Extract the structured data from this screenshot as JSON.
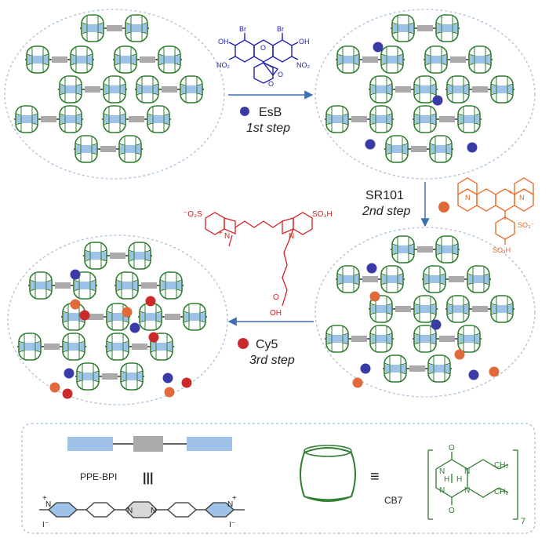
{
  "steps": [
    {
      "name": "EsB",
      "step": "1st step",
      "color": "#3b3ba8"
    },
    {
      "name": "SR101",
      "step": "2nd step",
      "color": "#e06a3a"
    },
    {
      "name": "Cy5",
      "step": "3rd step",
      "color": "#cc2a2a"
    }
  ],
  "colors": {
    "cb7_ring": "#2f7d2f",
    "bar_blue": "#9fc3e8",
    "bar_gray": "#aaaaaa",
    "circle_border": "#a9c1d8",
    "esb_structure": "#1f1fb0",
    "sr101_structure": "#e8651c",
    "cy5_structure": "#d81f1f",
    "arrow": "#3f6fb5"
  },
  "legend": {
    "ppe_label": "PPE-BPI",
    "cb7_label": "CB7",
    "equiv_symbol": "|||",
    "equiv_symbol2": "≡",
    "repeat_subscript": "7"
  },
  "structure_labels": {
    "esb": [
      "Br",
      "Br",
      "OH",
      "OH",
      "O",
      "NO₂",
      "NO₂",
      "O",
      "O"
    ],
    "sr101": [
      "N",
      "N",
      "SO₃⁻",
      "SO₃H",
      "+"
    ],
    "cy5": [
      "⁻O₃S",
      "SO₃H",
      "N",
      "N",
      "+",
      "OH",
      "O"
    ],
    "ppe": [
      "N",
      "N",
      "N",
      "N",
      "+",
      "+",
      "I⁻",
      "I⁻"
    ],
    "cb7": [
      "O",
      "N",
      "N",
      "CH₂",
      "H",
      "H",
      "N",
      "N",
      "CH₂",
      "O"
    ]
  }
}
